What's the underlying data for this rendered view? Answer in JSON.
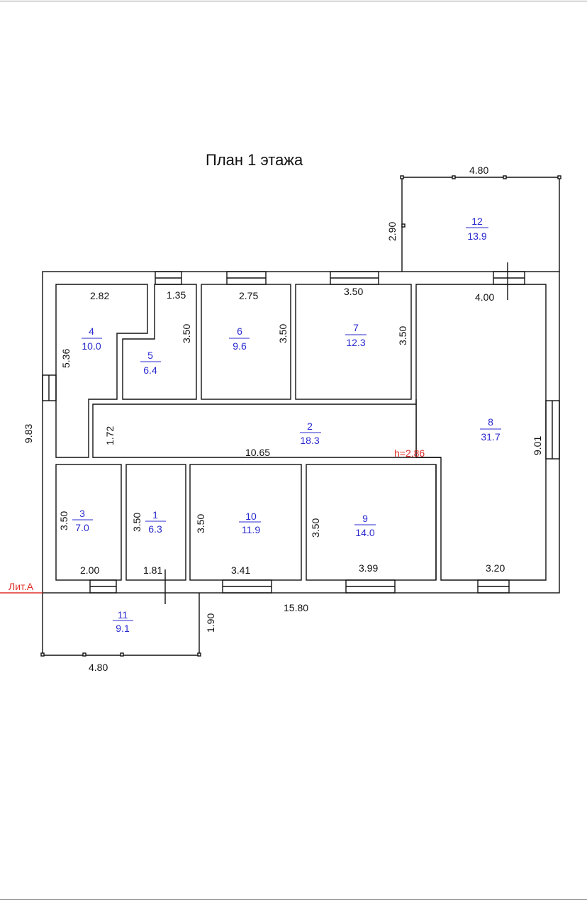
{
  "title": "План 1 этажа",
  "litera": "Лит.А",
  "height_label": "h=2.86",
  "colors": {
    "room_label": "#2a2ad0",
    "accent": "#e0302a",
    "wall": "#111111"
  },
  "rooms": [
    {
      "number": "1",
      "area": "6.3"
    },
    {
      "number": "2",
      "area": "18.3"
    },
    {
      "number": "3",
      "area": "7.0"
    },
    {
      "number": "4",
      "area": "10.0"
    },
    {
      "number": "5",
      "area": "6.4"
    },
    {
      "number": "6",
      "area": "9.6"
    },
    {
      "number": "7",
      "area": "12.3"
    },
    {
      "number": "8",
      "area": "31.7"
    },
    {
      "number": "9",
      "area": "14.0"
    },
    {
      "number": "10",
      "area": "11.9"
    },
    {
      "number": "11",
      "area": "9.1"
    },
    {
      "number": "12",
      "area": "13.9"
    }
  ],
  "dimensions": {
    "terrace12_width": "4.80",
    "terrace12_depth": "2.90",
    "r4_width": "2.82",
    "r5_width": "1.35",
    "r6_width": "2.75",
    "r7_width": "3.50",
    "r8_width": "4.00",
    "r4_len": "5.36",
    "r5_len": "3.50",
    "r6_len": "3.50",
    "r7_len": "3.50",
    "overall_depth": "9.83",
    "corridor_width": "1.72",
    "corridor_len": "10.65",
    "r8_len": "9.01",
    "r3_len": "3.50",
    "r1_len": "3.50",
    "r10_len": "3.50",
    "r9_len": "3.50",
    "r3_width": "2.00",
    "r1_width": "1.81",
    "r10_width": "3.41",
    "r9_width": "3.99",
    "r8_bottom": "3.20",
    "overall_width": "15.80",
    "terrace11_depth": "1.90",
    "terrace11_width": "4.80"
  }
}
